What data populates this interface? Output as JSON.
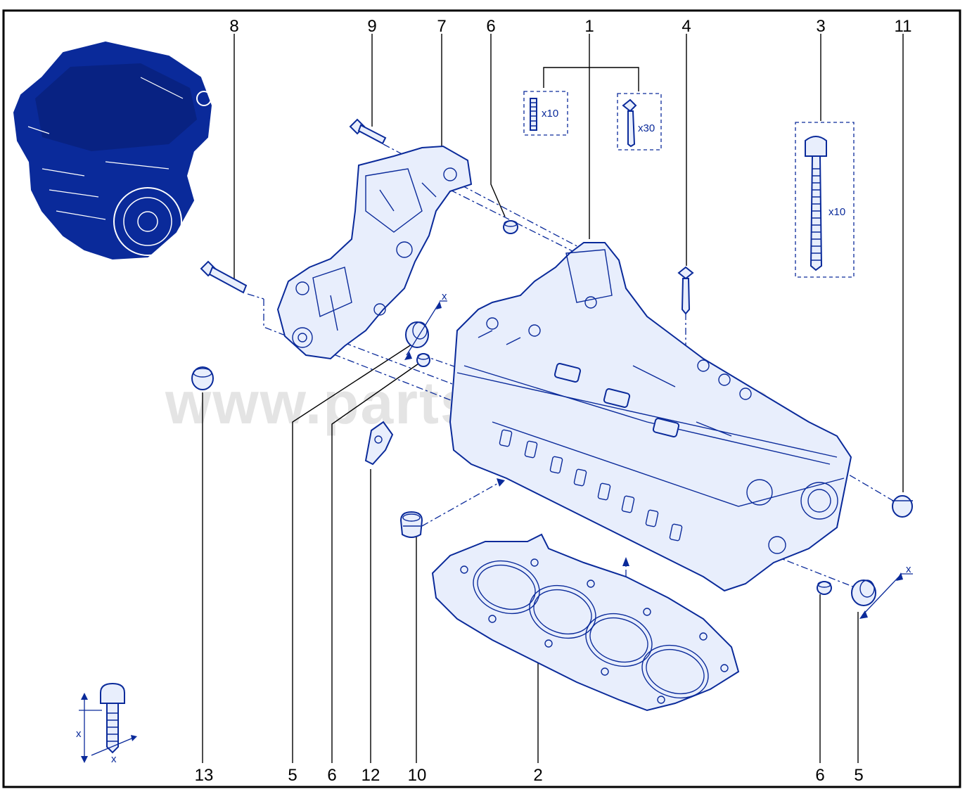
{
  "diagram": {
    "watermark": "www.partsa…….com",
    "callouts": {
      "c1": "1",
      "c2": "2",
      "c3": "3",
      "c4": "4",
      "c5a": "5",
      "c5b": "5",
      "c6a": "6",
      "c6b": "6",
      "c6c": "6",
      "c7": "7",
      "c8": "8",
      "c9": "9",
      "c10": "10",
      "c11": "11",
      "c12": "12",
      "c13": "13"
    },
    "quantities": {
      "studs": "x10",
      "screws": "x30",
      "head_bolts": "x10"
    },
    "dimension_marks": {
      "seal_left": "x",
      "seal_right": "x",
      "bolt_v": "x",
      "bolt_h": "x"
    }
  },
  "colors": {
    "line": "#0a2a9a",
    "fill": "#e8eefc",
    "frame": "#000000"
  }
}
